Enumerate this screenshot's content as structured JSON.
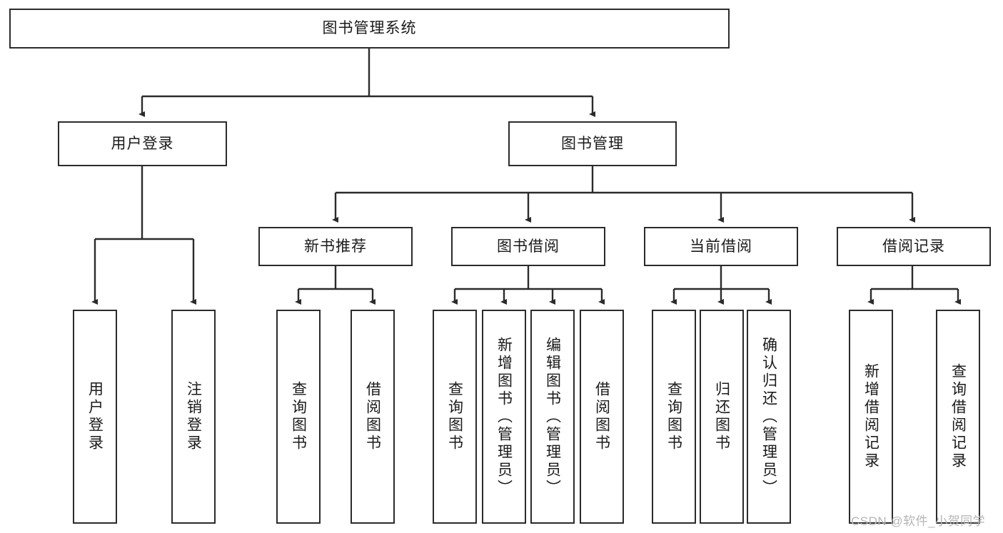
{
  "diagram": {
    "title": "图书管理系统",
    "type": "hierarchy-tree",
    "root": {
      "id": "root",
      "label": "图书管理系统"
    },
    "level2": [
      {
        "id": "user-login",
        "label": "用户登录"
      },
      {
        "id": "book-manage",
        "label": "图书管理"
      }
    ],
    "level3": [
      {
        "id": "new-book-recommend",
        "label": "新书推荐",
        "parent": "book-manage"
      },
      {
        "id": "book-borrow",
        "label": "图书借阅",
        "parent": "book-manage"
      },
      {
        "id": "current-borrow",
        "label": "当前借阅",
        "parent": "book-manage"
      },
      {
        "id": "borrow-record",
        "label": "借阅记录",
        "parent": "book-manage"
      }
    ],
    "leaves": [
      {
        "id": "leaf-user-login",
        "label": "用户登录",
        "parent": "user-login"
      },
      {
        "id": "leaf-user-logout",
        "label": "注销登录",
        "parent": "user-login"
      },
      {
        "id": "leaf-query-book-1",
        "label": "查询图书",
        "parent": "new-book-recommend"
      },
      {
        "id": "leaf-borrow-book-1",
        "label": "借阅图书",
        "parent": "new-book-recommend"
      },
      {
        "id": "leaf-query-book-2",
        "label": "查询图书",
        "parent": "book-borrow"
      },
      {
        "id": "leaf-add-book",
        "label": "新增图书（管理员）",
        "parent": "book-borrow"
      },
      {
        "id": "leaf-edit-book",
        "label": "编辑图书（管理员）",
        "parent": "book-borrow"
      },
      {
        "id": "leaf-borrow-book-2",
        "label": "借阅图书",
        "parent": "book-borrow"
      },
      {
        "id": "leaf-query-book-3",
        "label": "查询图书",
        "parent": "current-borrow"
      },
      {
        "id": "leaf-return-book",
        "label": "归还图书",
        "parent": "current-borrow"
      },
      {
        "id": "leaf-confirm-return",
        "label": "确认归还（管理员）",
        "parent": "current-borrow"
      },
      {
        "id": "leaf-add-record",
        "label": "新增借阅记录",
        "parent": "borrow-record"
      },
      {
        "id": "leaf-query-record",
        "label": "查询借阅记录",
        "parent": "borrow-record"
      }
    ],
    "watermark": "CSDN @软件_小贺同学",
    "colors": {
      "stroke": "#2b2b2b",
      "fill": "#ffffff",
      "text": "#1a1a1a",
      "watermark": "#b5b5b5"
    }
  }
}
